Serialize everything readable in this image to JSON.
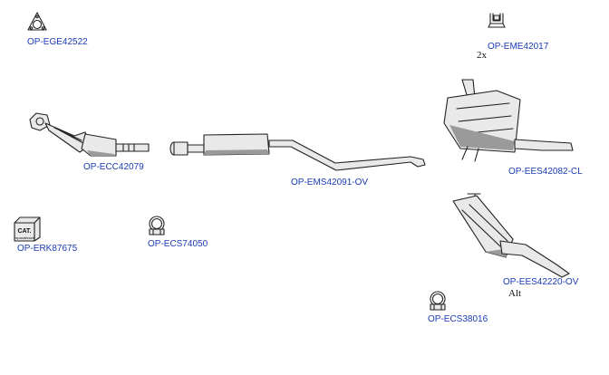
{
  "parts": {
    "gasket": {
      "code": "OP-EGE42522"
    },
    "rubber_mount": {
      "code": "OP-EME42017",
      "qty": "2x"
    },
    "catalytic_converter": {
      "code": "OP-ECC42079"
    },
    "middle_silencer": {
      "code": "OP-EMS42091-OV"
    },
    "rear_silencer": {
      "code": "OP-EES42082-CL"
    },
    "rear_silencer_alt": {
      "code": "OP-EES42220-OV",
      "note": "Alt"
    },
    "mounting_kit": {
      "code": "OP-ERK87675",
      "box_title": "CAT.",
      "box_subtitle": "reparatiesett"
    },
    "clamp_small": {
      "code": "OP-ECS74050"
    },
    "clamp_large": {
      "code": "OP-ECS38016"
    }
  },
  "colors": {
    "label": "#1a3bb5",
    "line": "#222222",
    "part_fill": "#e9e9e9",
    "shadow": "#9a9a9a"
  }
}
